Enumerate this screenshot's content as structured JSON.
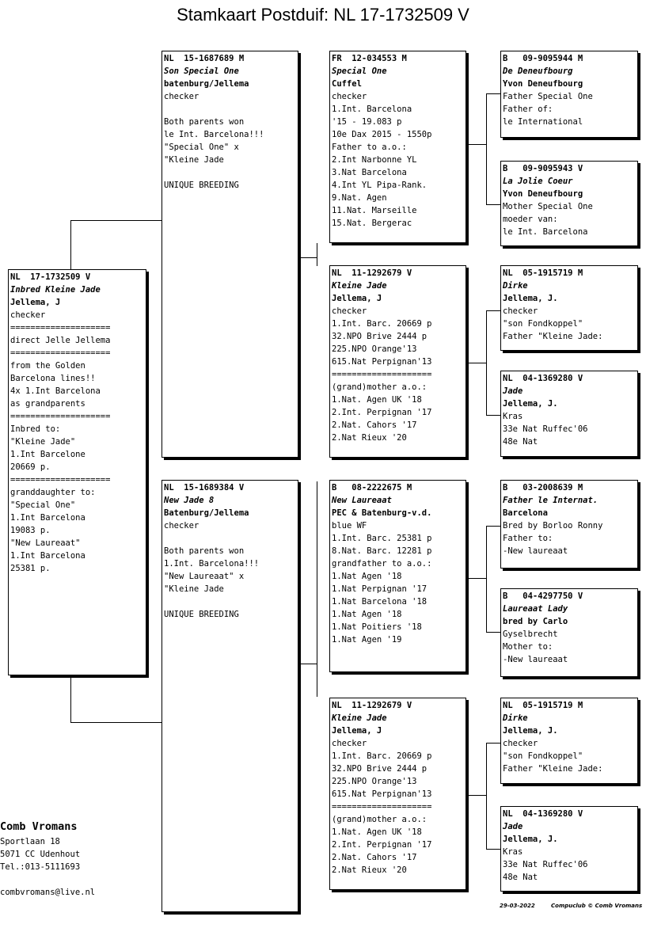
{
  "title": "Stamkaart Postduif: NL  17-1732509 V",
  "subject": {
    "header": "NL  17-1732509 V",
    "name": "Inbred Kleine Jade",
    "owner": "Jellema, J",
    "color": "checker",
    "notes": [
      "====================",
      "direct Jelle Jellema",
      "====================",
      "from the Golden",
      "Barcelona lines!!",
      "4x 1.Int Barcelona",
      "as grandparents",
      "====================",
      "Inbred to:",
      "\"Kleine Jade\"",
      "1.Int Barcelone",
      "20669 p.",
      "====================",
      "granddaughter to:",
      "\"Special One\"",
      "1.Int Barcelona",
      "19083 p.",
      "\"New Laureaat\"",
      "1.Int Barcelona",
      "25381 p."
    ]
  },
  "father": {
    "header": "NL  15-1687689 M",
    "name": "Son Special One",
    "owner": "batenburg/Jellema",
    "color": "checker",
    "notes": [
      "",
      "Both parents won",
      "le Int. Barcelona!!!",
      "\"Special One\" x",
      "\"Kleine Jade",
      "",
      "UNIQUE BREEDING"
    ]
  },
  "mother": {
    "header": "NL  15-1689384 V",
    "name": "New Jade 8",
    "owner": "Batenburg/Jellema",
    "color": "checker",
    "notes": [
      "",
      "Both parents won",
      "1.Int. Barcelona!!!",
      "\"New Laureaat\" x",
      "\"Kleine Jade",
      "",
      "UNIQUE BREEDING"
    ]
  },
  "ff": {
    "header": "FR  12-034553 M",
    "name": "Special One",
    "owner": "Cuffel",
    "color": "checker",
    "notes": [
      "1.Int. Barcelona",
      "'15 - 19.083 p",
      "10e Dax 2015 - 1550p",
      "Father to a.o.:",
      "2.Int Narbonne YL",
      "3.Nat Barcelona",
      "4.Int YL Pipa-Rank.",
      "9.Nat. Agen",
      "11.Nat. Marseille",
      "15.Nat. Bergerac"
    ]
  },
  "fm": {
    "header": "NL  11-1292679 V",
    "name": "Kleine Jade",
    "owner": "Jellema, J",
    "color": "checker",
    "notes": [
      "1.Int. Barc. 20669 p",
      "32.NPO Brive 2444 p",
      "225.NPO Orange'13",
      "615.Nat Perpignan'13",
      "====================",
      "(grand)mother a.o.:",
      "1.Nat. Agen UK '18",
      "2.Int. Perpignan '17",
      "2.Nat. Cahors '17",
      "2.Nat Rieux '20"
    ]
  },
  "mf": {
    "header": "B   08-2222675 M",
    "name": "New Laureaat",
    "owner": "PEC & Batenburg-v.d.",
    "color": "blue WF",
    "notes": [
      "1.Int. Barc. 25381 p",
      "8.Nat. Barc. 12281 p",
      "grandfather to a.o.:",
      "1.Nat Agen '18",
      "1.Nat Perpignan '17",
      "1.Nat Barcelona '18",
      "1.Nat Agen '18",
      "1.Nat Poitiers '18",
      "1.Nat Agen '19"
    ]
  },
  "mm": {
    "header": "NL  11-1292679 V",
    "name": "Kleine Jade",
    "owner": "Jellema, J",
    "color": "checker",
    "notes": [
      "1.Int. Barc. 20669 p",
      "32.NPO Brive 2444 p",
      "225.NPO Orange'13",
      "615.Nat Perpignan'13",
      "====================",
      "(grand)mother a.o.:",
      "1.Nat. Agen UK '18",
      "2.Int. Perpignan '17",
      "2.Nat. Cahors '17",
      "2.Nat Rieux '20"
    ]
  },
  "fff": {
    "header": "B   09-9095944 M",
    "name": "De Deneufbourg",
    "owner": "Yvon Deneufbourg",
    "notes": [
      "Father Special One",
      "Father of:",
      "le International"
    ]
  },
  "ffm": {
    "header": "B   09-9095943 V",
    "name": "La Jolie Coeur",
    "owner": "Yvon Deneufbourg",
    "notes": [
      "Mother Special One",
      "moeder van:",
      "le Int. Barcelona"
    ]
  },
  "fmf": {
    "header": "NL  05-1915719 M",
    "name": "Dirke",
    "owner": "Jellema, J.",
    "notes": [
      "checker",
      "\"son Fondkoppel\"",
      "Father \"Kleine Jade:"
    ]
  },
  "fmm": {
    "header": "NL  04-1369280 V",
    "name": "Jade",
    "owner": "Jellema, J.",
    "notes": [
      "Kras",
      "33e Nat Ruffec'06",
      "48e Nat"
    ]
  },
  "mff": {
    "header": "B   03-2008639 M",
    "name": "Father le Internat.",
    "owner": "Barcelona",
    "notes": [
      "Bred by Borloo Ronny",
      "Father to:",
      "-New laureaat"
    ]
  },
  "mfm": {
    "header": "B   04-4297750 V",
    "name": "Laureaat Lady",
    "owner": "bred by Carlo",
    "notes": [
      "Gyselbrecht",
      "Mother to:",
      "-New laureaat"
    ]
  },
  "mmf": {
    "header": "NL  05-1915719 M",
    "name": "Dirke",
    "owner": "Jellema, J.",
    "notes": [
      "checker",
      "\"son Fondkoppel\"",
      "Father \"Kleine Jade:"
    ]
  },
  "mmm": {
    "header": "NL  04-1369280 V",
    "name": "Jade",
    "owner": "Jellema, J.",
    "notes": [
      "Kras",
      "33e Nat Ruffec'06",
      "48e Nat"
    ]
  },
  "breeder": {
    "name": "Comb Vromans",
    "lines": [
      "Sportlaan 18",
      "5071 CC  Udenhout",
      "Tel.:013-5111693",
      "",
      "combvromans@live.nl"
    ]
  },
  "footer": {
    "date": "29-03-2022",
    "software": "Compuclub © Comb Vromans"
  }
}
